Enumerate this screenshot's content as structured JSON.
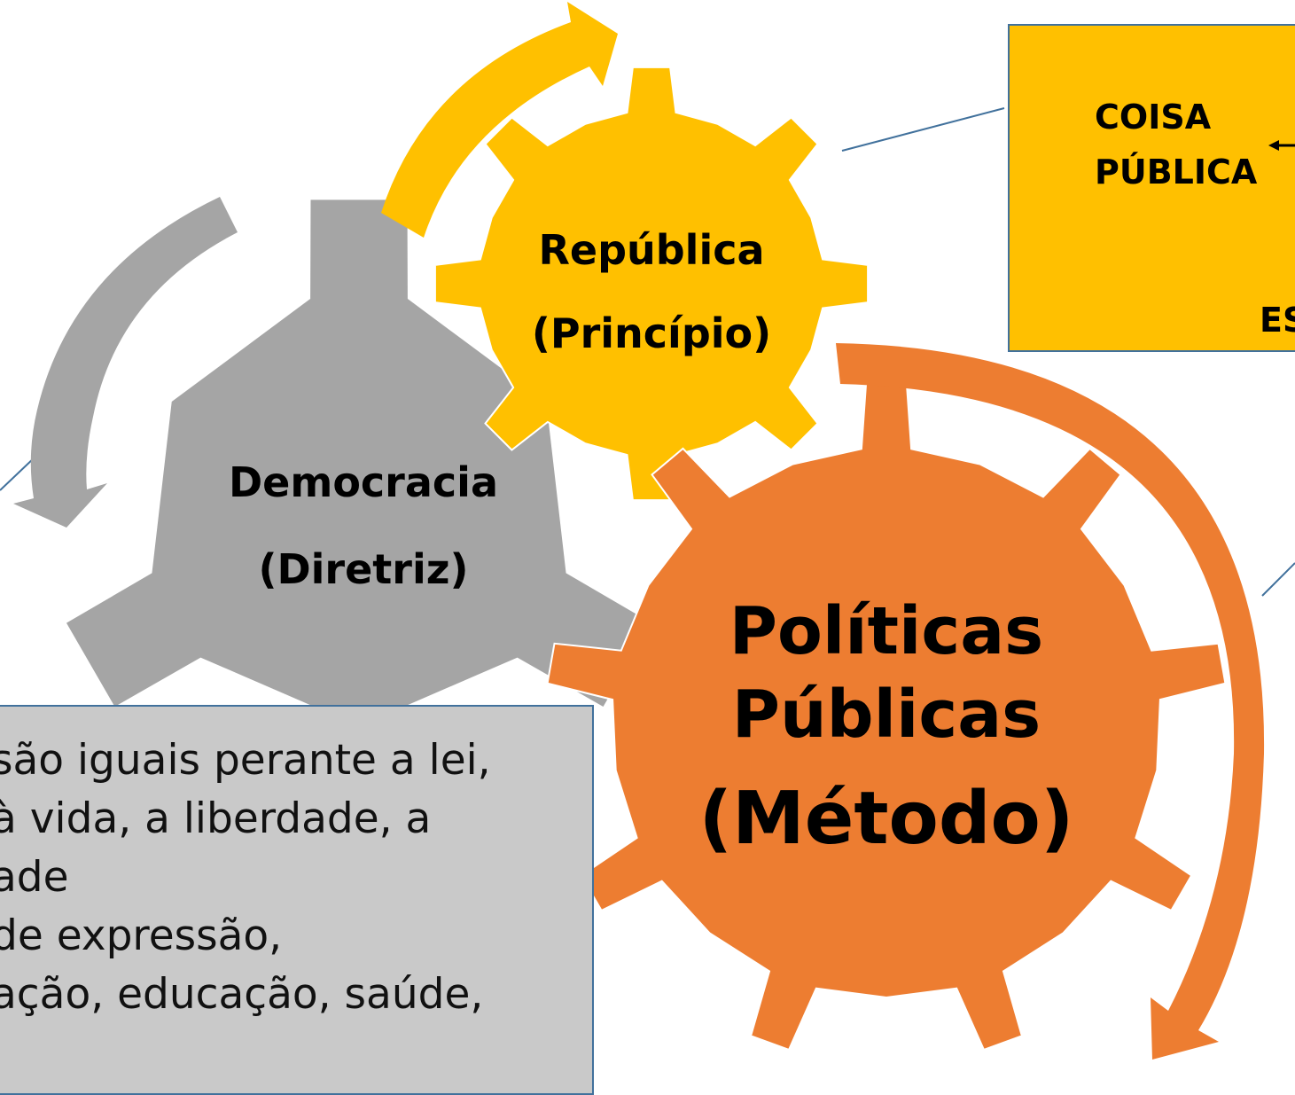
{
  "colors": {
    "republica_gear": "#FFC000",
    "democracia_gear": "#A5A5A5",
    "politicas_gear": "#ED7D31",
    "coisa_box": "#FFC000",
    "rights_box": "#C9C9C9",
    "connector": "#41719C",
    "gear_outline": "#FFFFFF"
  },
  "gears": {
    "republica": {
      "lines": [
        "República",
        "(Princípio)"
      ]
    },
    "democracia": {
      "lines": [
        "Democracia",
        "(Diretriz)"
      ]
    },
    "politicas": {
      "lines": [
        "Políticas",
        "Públicas",
        "(Método)"
      ]
    }
  },
  "coisa_box": {
    "lines": [
      "COISA",
      "PÚBLICA"
    ],
    "partial_label": "ES"
  },
  "rights_box": {
    "lines": [
      "são iguais perante a lei,",
      " à vida, a liberdade, a",
      "ade",
      " de expressão,",
      "ação, educação, saúde,"
    ]
  },
  "icons": [
    "arrow-left-icon"
  ]
}
